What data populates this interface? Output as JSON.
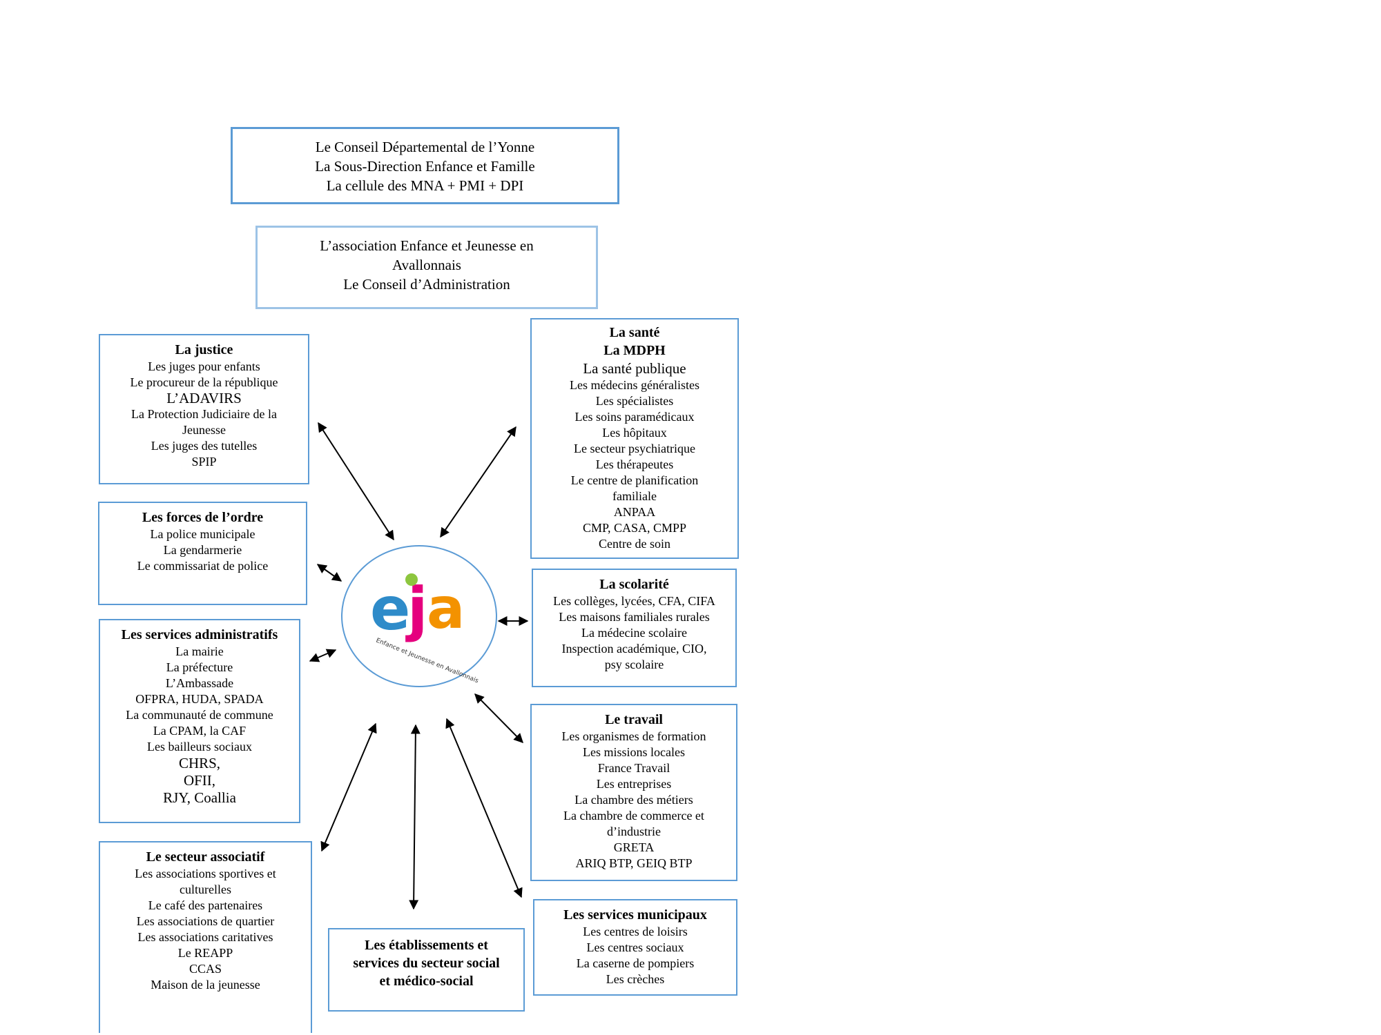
{
  "top_boxes": {
    "conseil_departemental": [
      "Le Conseil Départemental de l’Yonne",
      "La Sous-Direction Enfance et Famille",
      "La cellule des MNA + PMI + DPI"
    ],
    "association": [
      "L’association Enfance et Jeunesse en",
      "Avallonnais",
      "Le Conseil d’Administration"
    ]
  },
  "logo": {
    "letters": [
      "e",
      "j",
      "a"
    ],
    "tagline": "Enfance et Jeunesse en Avallonnais",
    "colors": {
      "e": "#2e8bc9",
      "j": "#e5007e",
      "a": "#f39200",
      "dot": "#8dc63f"
    }
  },
  "partners": {
    "justice": {
      "title": "La justice",
      "items": [
        "Les juges pour enfants",
        "Le procureur de la république",
        "L’ADAVIRS",
        "La Protection Judiciaire de la",
        "Jeunesse",
        "Les juges des tutelles",
        "SPIP"
      ]
    },
    "forces_ordre": {
      "title": "Les forces de l’ordre",
      "items": [
        "La police municipale",
        "La gendarmerie",
        "Le commissariat de police"
      ]
    },
    "services_admin": {
      "title": "Les services administratifs",
      "items": [
        "La mairie",
        "La préfecture",
        "L’Ambassade",
        "OFPRA, HUDA, SPADA",
        "La communauté de commune",
        "La CPAM, la CAF",
        "Les bailleurs sociaux",
        "CHRS,",
        "OFII,",
        "RJY, Coallia"
      ]
    },
    "secteur_associatif": {
      "title": "Le secteur associatif",
      "items": [
        "Les associations sportives et",
        "culturelles",
        "Le café des partenaires",
        "Les associations de quartier",
        "Les associations caritatives",
        "Le REAPP",
        "CCAS",
        "Maison de la jeunesse"
      ]
    },
    "etablissements": {
      "title_lines": [
        "Les établissements et",
        "services du secteur social",
        "et médico-social"
      ]
    },
    "sante": {
      "title_lines": [
        "La santé",
        "La MDPH"
      ],
      "items": [
        "La santé publique",
        "Les médecins généralistes",
        "Les spécialistes",
        "Les soins paramédicaux",
        "Les hôpitaux",
        "Le secteur psychiatrique",
        "Les thérapeutes",
        "Le centre de planification",
        "familiale",
        "ANPAA",
        "CMP, CASA, CMPP",
        "Centre de soin"
      ]
    },
    "scolarite": {
      "title": "La scolarité",
      "items": [
        "Les collèges, lycées, CFA, CIFA",
        "Les maisons familiales rurales",
        "La médecine scolaire",
        "Inspection académique, CIO,",
        "psy scolaire"
      ]
    },
    "travail": {
      "title": "Le travail",
      "items": [
        "Les organismes de formation",
        "Les missions locales",
        "France Travail",
        "Les entreprises",
        "La chambre des métiers",
        "La chambre de commerce et",
        "d’industrie",
        "GRETA",
        "ARIQ BTP, GEIQ BTP"
      ]
    },
    "services_municipaux": {
      "title": "Les services municipaux",
      "items": [
        "Les centres de loisirs",
        "Les centres sociaux",
        "La caserne de pompiers",
        "Les crèches"
      ]
    }
  }
}
